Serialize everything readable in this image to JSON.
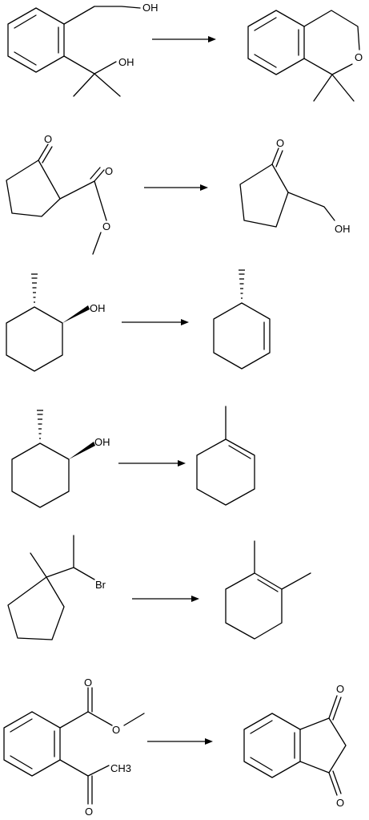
{
  "colors": {
    "ink": "#000000",
    "background": "#ffffff"
  },
  "reactions": [
    {
      "id": "r1",
      "reactant_labels": [
        "OH",
        "OH"
      ],
      "product_labels": [
        "O"
      ]
    },
    {
      "id": "r2",
      "reactant_labels": [
        "O",
        "O",
        "O"
      ],
      "product_labels": [
        "O",
        "OH"
      ]
    },
    {
      "id": "r3",
      "reactant_labels": [
        "OH"
      ],
      "product_labels": []
    },
    {
      "id": "r4",
      "reactant_labels": [
        "OH"
      ],
      "product_labels": []
    },
    {
      "id": "r5",
      "reactant_labels": [
        "Br"
      ],
      "product_labels": []
    },
    {
      "id": "r6",
      "reactant_labels": [
        "O",
        "O",
        "CH3",
        "O"
      ],
      "product_labels": [
        "O",
        "O"
      ]
    }
  ]
}
